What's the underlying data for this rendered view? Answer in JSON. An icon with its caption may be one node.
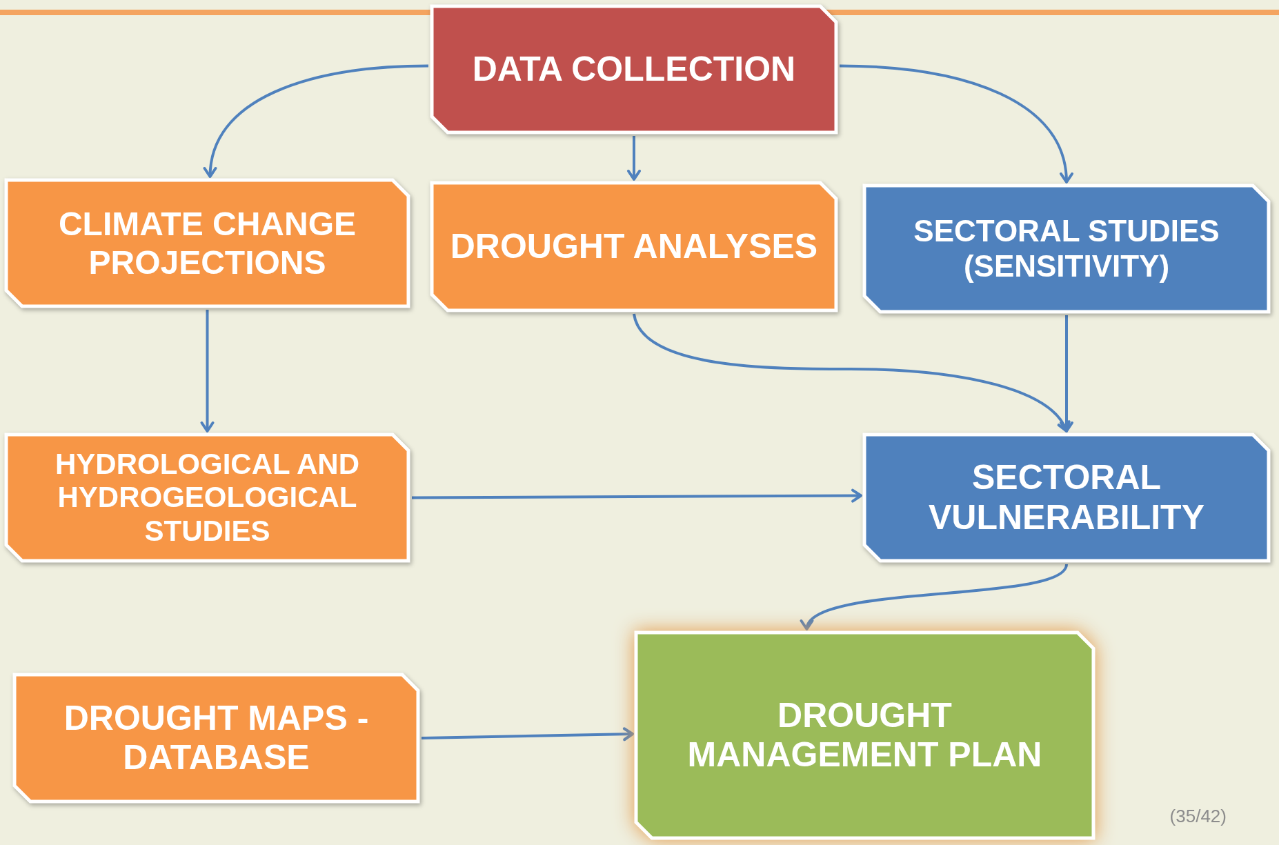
{
  "diagram": {
    "nodes": [
      {
        "text": [
          "DATA COLLECTION"
        ]
      },
      {
        "text": [
          "CLIMATE CHANGE PROJECTIONS"
        ]
      },
      {
        "text": [
          "DROUGHT ANALYSES"
        ]
      },
      {
        "text": [
          "SECTORAL STUDIES (SENSITIVITY)"
        ]
      },
      {
        "text": [
          "HYDROLOGICAL AND HYDROGEOLOGICAL STUDIES"
        ]
      },
      {
        "text": [
          "SECTORAL VULNERABILITY"
        ]
      },
      {
        "text": [
          "DROUGHT MAPS - DATABASE"
        ]
      },
      {
        "text": [
          "DROUGHT MANAGEMENT PLAN"
        ]
      }
    ],
    "edges": [
      {
        "from": 0,
        "to": 1,
        "arrow": "to"
      },
      {
        "from": 0,
        "to": 2,
        "arrow": "to"
      },
      {
        "from": 0,
        "to": 3,
        "arrow": "to"
      },
      {
        "from": 1,
        "to": 4,
        "arrow": "to"
      },
      {
        "from": 2,
        "to": 5,
        "arrow": "to"
      },
      {
        "from": 3,
        "to": 5,
        "arrow": "to"
      },
      {
        "from": 4,
        "to": 5,
        "arrow": "to"
      },
      {
        "from": 5,
        "to": 7,
        "arrow": "to"
      },
      {
        "from": 6,
        "to": 7,
        "arrow": "to"
      }
    ],
    "labels": [
      "(35/42)"
    ]
  }
}
